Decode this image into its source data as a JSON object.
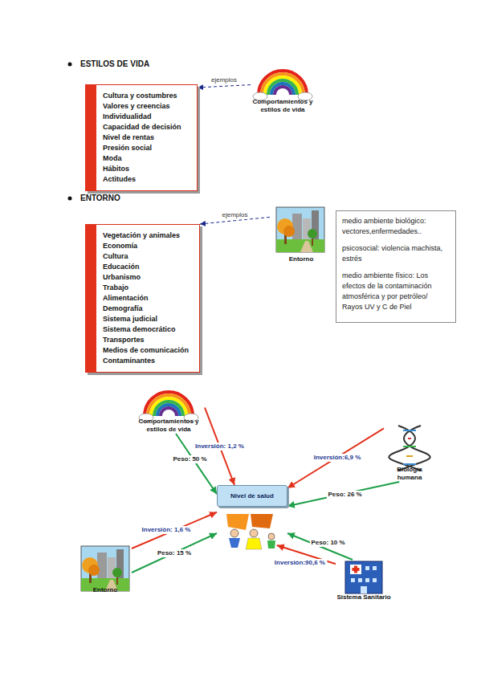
{
  "diagram": {
    "nodes": [
      {
        "text": [
          "Cultura y costumbres",
          "Valores y creencias",
          "Individualidad",
          "Capacidad de decisión",
          "Nivel de rentas",
          "Presión social",
          "Moda",
          "Hábitos",
          "Actitudes"
        ]
      },
      {
        "text": [
          "Comportamientos y estilos de vida"
        ]
      },
      {
        "text": [
          "Vegetación y animales",
          "Economía",
          "Cultura",
          "Educación",
          "Urbanismo",
          "Trabajo",
          "Alimentación",
          "Demografía",
          "Sistema judicial",
          "Sistema democrático",
          "Transportes",
          "Medios de comunicación",
          "Contaminantes"
        ]
      },
      {
        "text": [
          "Entorno"
        ]
      },
      {
        "text": [
          "medio ambiente biológico: vectores,enfermedades..",
          "psicosocial: violencia machista, estrés",
          "medio ambiente físico: Los efectos de la contaminación atmosférica y por petróleo/ Rayos UV y C de Piel"
        ]
      },
      {
        "text": [
          "Nivel de salud"
        ]
      },
      {
        "text": [
          "Comportamientos y estilos de vida"
        ]
      },
      {
        "text": [
          "Biología humana"
        ]
      },
      {
        "text": [
          "Entorno"
        ]
      },
      {
        "text": [
          "Sistema Sanitario"
        ]
      }
    ],
    "edges": [
      {
        "from": 1,
        "to": 0,
        "label": "ejemplos",
        "arrow": "to"
      },
      {
        "from": 3,
        "to": 2,
        "label": "ejemplos",
        "arrow": "to"
      },
      {
        "from": 6,
        "to": 5,
        "label": "Inversión: 1,2 %",
        "arrow": "to"
      },
      {
        "from": 6,
        "to": 5,
        "label": "Peso: 50 %",
        "arrow": "to"
      },
      {
        "from": 7,
        "to": 5,
        "label": "Inversión:6,9 %",
        "arrow": "to"
      },
      {
        "from": 7,
        "to": 5,
        "label": "Peso: 26 %",
        "arrow": "to"
      },
      {
        "from": 8,
        "to": 5,
        "label": "Inversión: 1,6 %",
        "arrow": "to"
      },
      {
        "from": 8,
        "to": 5,
        "label": "Peso: 15 %",
        "arrow": "to"
      },
      {
        "from": 9,
        "to": 5,
        "label": "Inversión:90,6 %",
        "arrow": "to"
      },
      {
        "from": 9,
        "to": 5,
        "label": "Peso: 10 %",
        "arrow": "to"
      }
    ],
    "labels": [
      "ESTILOS DE VIDA",
      "ENTORNO"
    ]
  }
}
